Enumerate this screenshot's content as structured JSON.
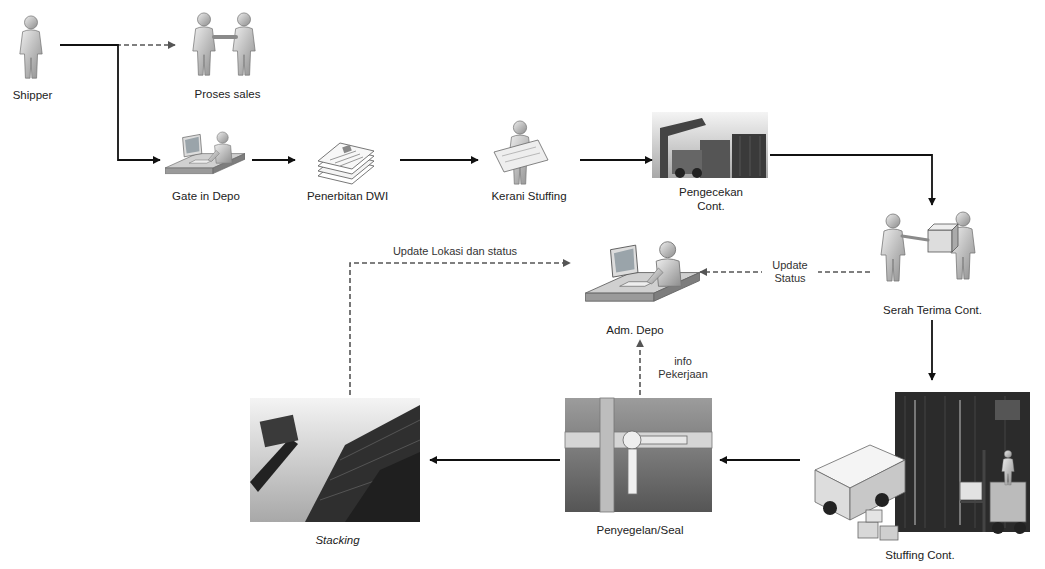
{
  "diagram": {
    "nodes": [
      {
        "text": [
          "Shipper"
        ]
      },
      {
        "text": [
          "Proses sales"
        ]
      },
      {
        "text": [
          "Gate in Depo"
        ]
      },
      {
        "text": [
          "Penerbitan DWI"
        ]
      },
      {
        "text": [
          "Kerani Stuffing"
        ]
      },
      {
        "text": [
          "Pengecekan Cont."
        ]
      },
      {
        "text": [
          "Serah Terima Cont."
        ]
      },
      {
        "text": [
          "Adm. Depo"
        ]
      },
      {
        "text": [
          "Stuffing Cont."
        ]
      },
      {
        "text": [
          "Penyegelan/Seal"
        ]
      },
      {
        "text": [
          "Stacking"
        ]
      }
    ],
    "edges": [
      {
        "from": 0,
        "to": 1,
        "arrow": "to"
      },
      {
        "from": 0,
        "to": 2,
        "arrow": "to"
      },
      {
        "from": 2,
        "to": 3,
        "arrow": "to"
      },
      {
        "from": 3,
        "to": 4,
        "arrow": "to"
      },
      {
        "from": 4,
        "to": 5,
        "arrow": "to"
      },
      {
        "from": 5,
        "to": 6,
        "arrow": "to"
      },
      {
        "from": 6,
        "to": 8,
        "arrow": "to"
      },
      {
        "from": 8,
        "to": 9,
        "arrow": "to"
      },
      {
        "from": 9,
        "to": 10,
        "arrow": "to"
      },
      {
        "from": 6,
        "to": 7,
        "label": "Update Status",
        "arrow": "to"
      },
      {
        "from": 9,
        "to": 7,
        "label": "info Pekerjaan",
        "arrow": "to"
      },
      {
        "from": 10,
        "to": 7,
        "label": "Update Lokasi dan status",
        "arrow": "to"
      }
    ]
  }
}
